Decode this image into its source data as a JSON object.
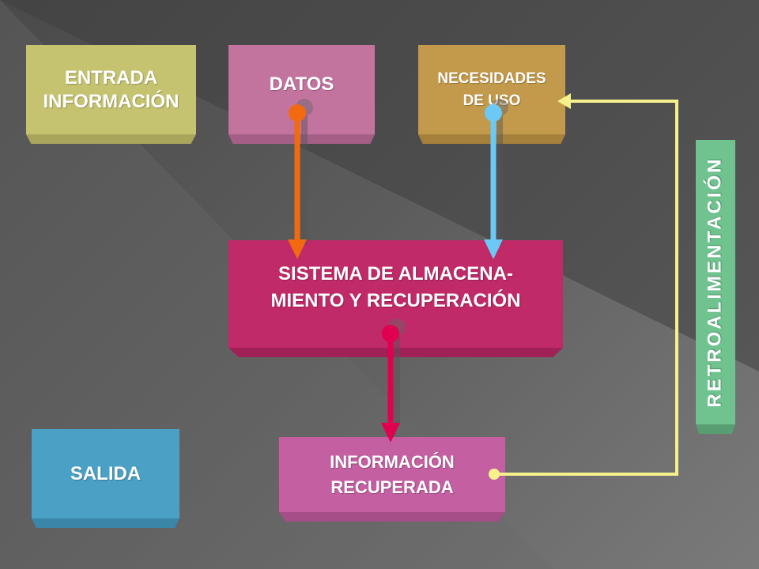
{
  "boxes": {
    "entrada": {
      "line1": "ENTRADA",
      "line2": "INFORMACIÓN"
    },
    "datos": {
      "label": "DATOS"
    },
    "necesidades": {
      "line1": "NECESIDADES",
      "line2": "DE USO"
    },
    "sistema": {
      "line1": "SISTEMA DE ALMACENA-",
      "line2": "MIENTO Y RECUPERACIÓN"
    },
    "salida": {
      "label": "SALIDA"
    },
    "recuperada": {
      "line1": "INFORMACIÓN",
      "line2": "RECUPERADA"
    },
    "retro": {
      "label": "RETROALIMENTACIÓN"
    }
  },
  "colors": {
    "datos_arrow": "#f26a10",
    "necesidades_arrow": "#6cc8f5",
    "sistema_arrow": "#e0004f",
    "feedback_line": "#f7f18c"
  }
}
